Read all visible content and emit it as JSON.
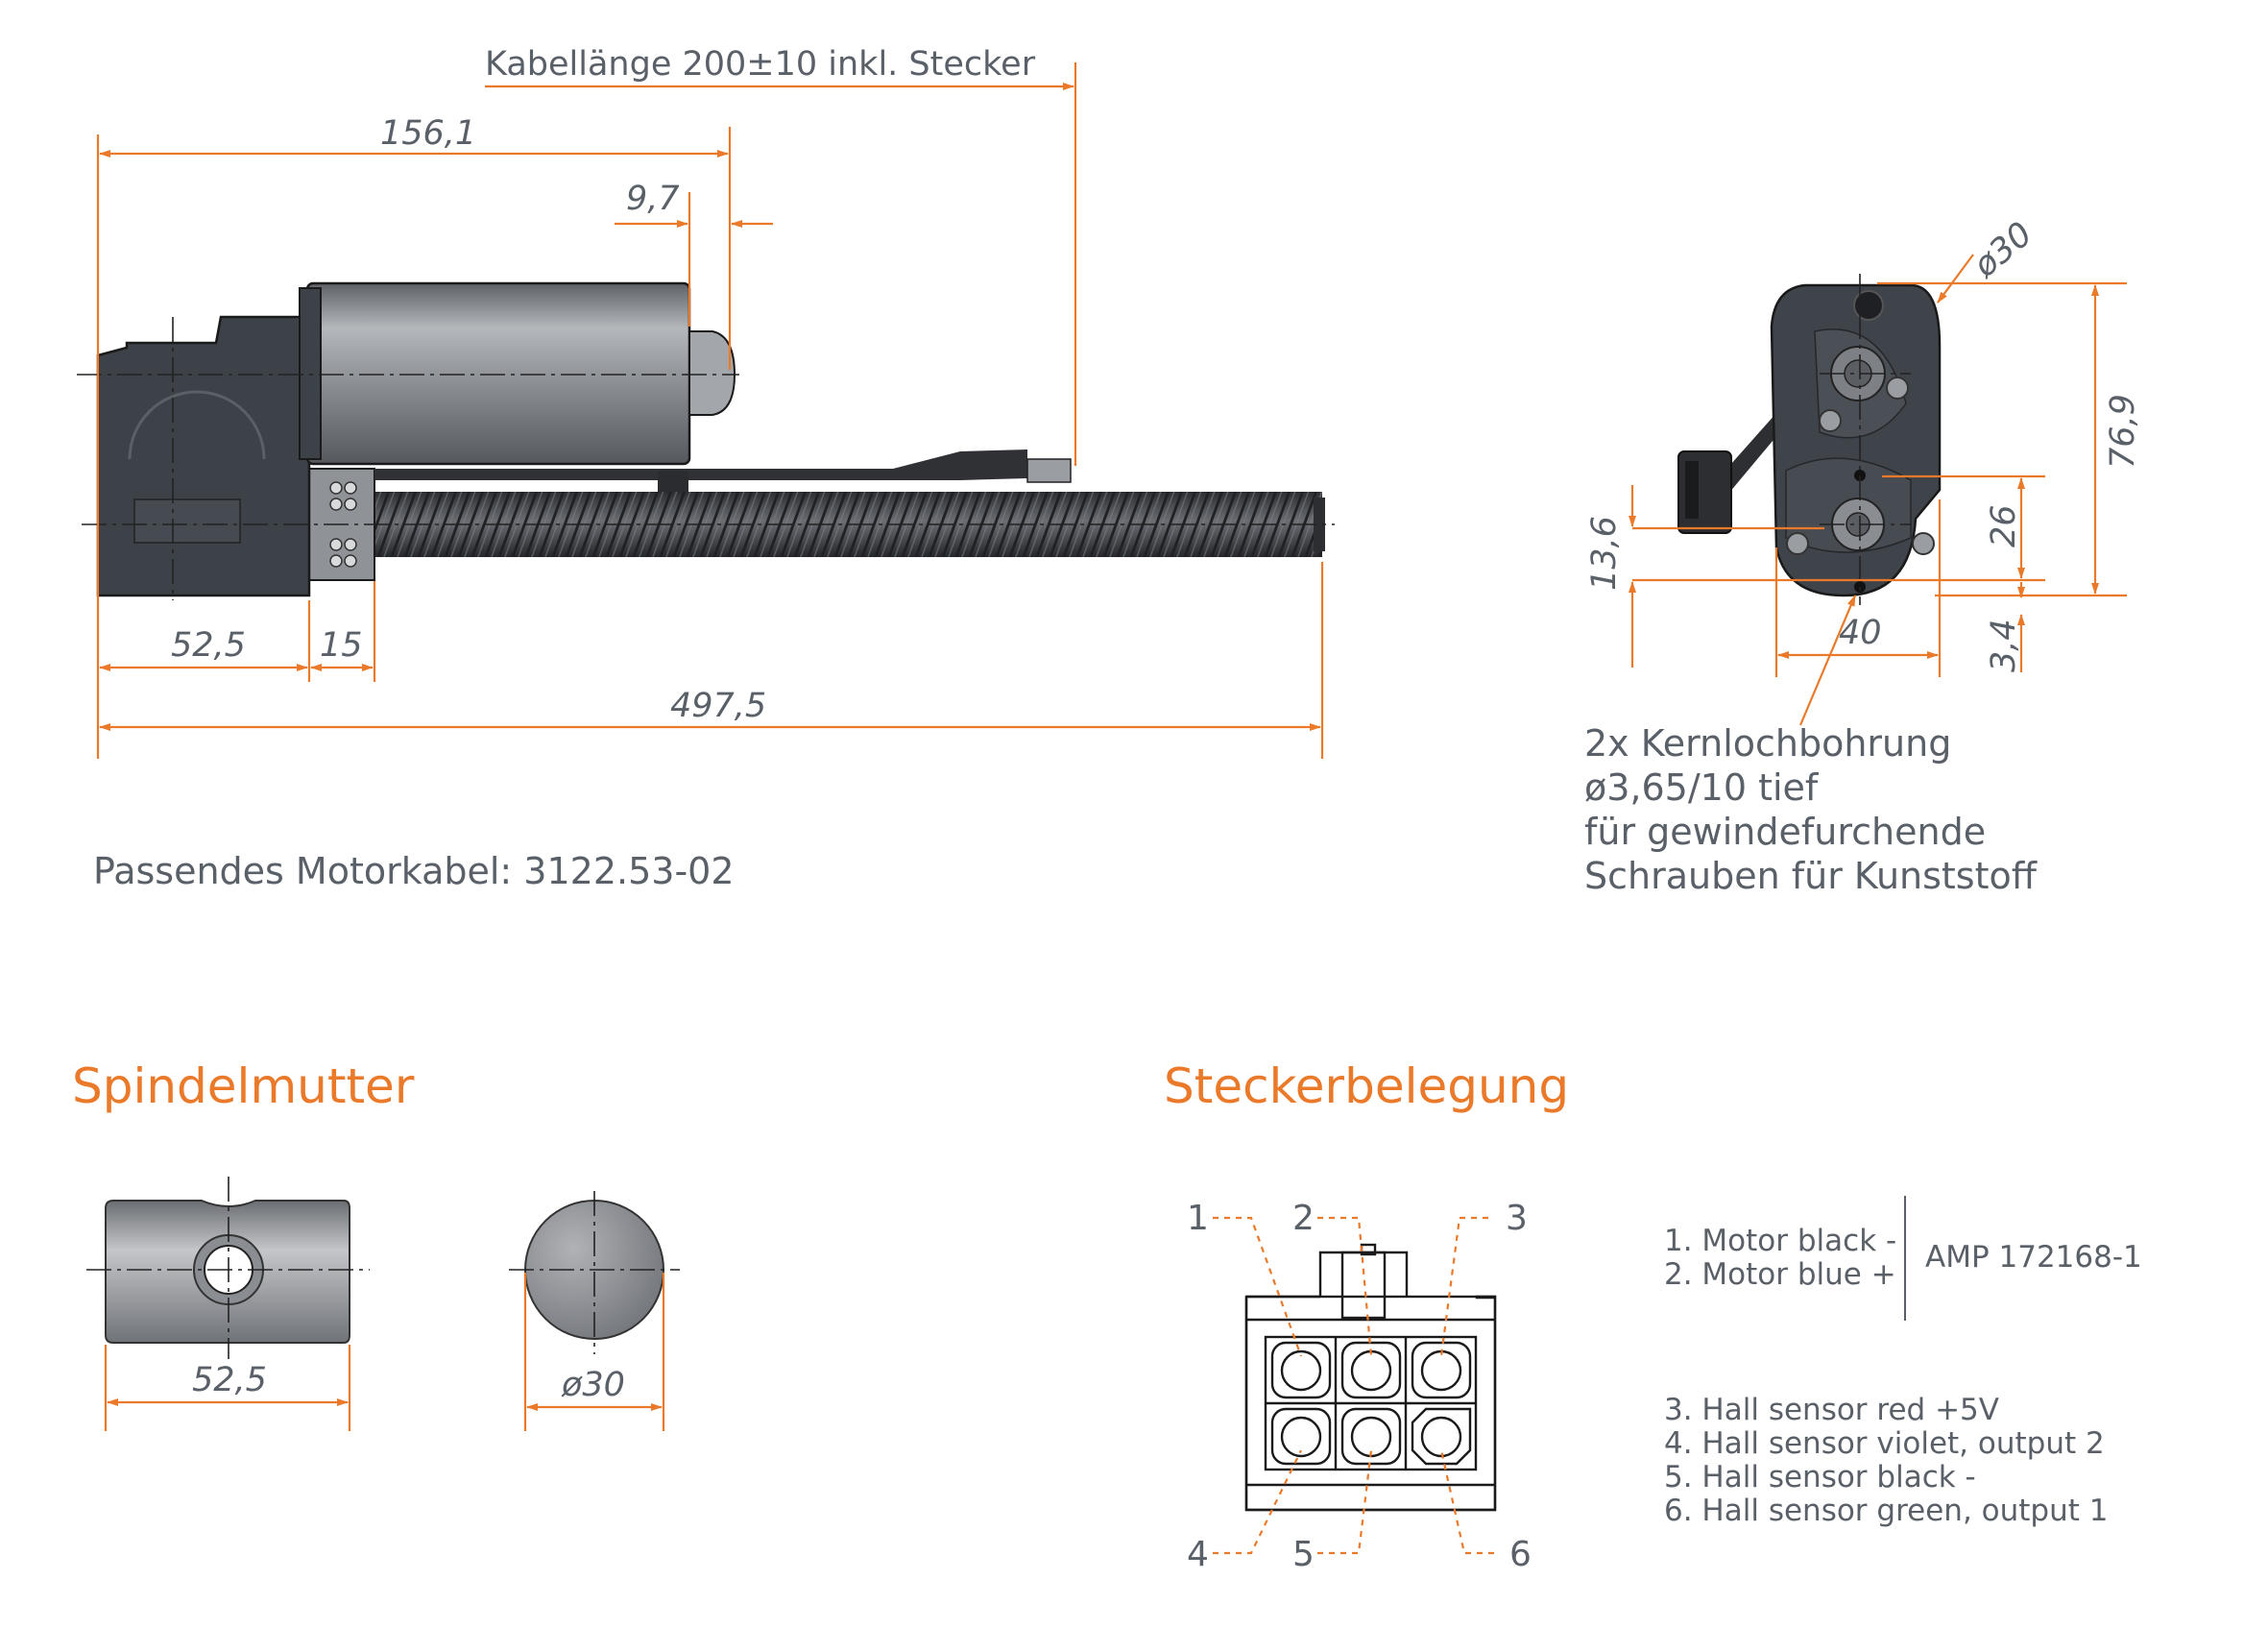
{
  "colors": {
    "accent": "#ea7a2a",
    "text": "#5a6068",
    "body_dark": "#3d4148",
    "motor_grey": "#8a8d92"
  },
  "dimensions": {
    "cable_length": "Kabellänge 200±10 inkl. Stecker",
    "length_to_motor_end": "156,1",
    "motor_cap": "9,7",
    "gearbox": "52,5",
    "bearing": "15",
    "total_length": "497,5",
    "motor_diameter": "ø30",
    "total_height": "76,9",
    "axis_offset": "13,6",
    "axis_distance": "26",
    "width": "40",
    "bottom_offset": "3,4"
  },
  "notes": {
    "bore_lines": [
      "2x Kernlochbohrung",
      "ø3,65/10 tief",
      "für gewindefurchende",
      "Schrauben für Kunststoff"
    ],
    "cable": "Passendes Motorkabel: 3122.53-02"
  },
  "spindle_nut": {
    "heading": "Spindelmutter",
    "length": "52,5",
    "diameter": "ø30"
  },
  "connector": {
    "heading": "Steckerbelegung",
    "pins": [
      "1",
      "2",
      "3",
      "4",
      "5",
      "6"
    ],
    "motor_lines": [
      "1. Motor black -",
      "2. Motor blue +"
    ],
    "part_number": "AMP 172168-1",
    "hall_lines": [
      "3. Hall sensor red +5V",
      "4. Hall sensor violet, output 2",
      "5. Hall sensor black -",
      "6. Hall sensor green, output 1"
    ]
  }
}
